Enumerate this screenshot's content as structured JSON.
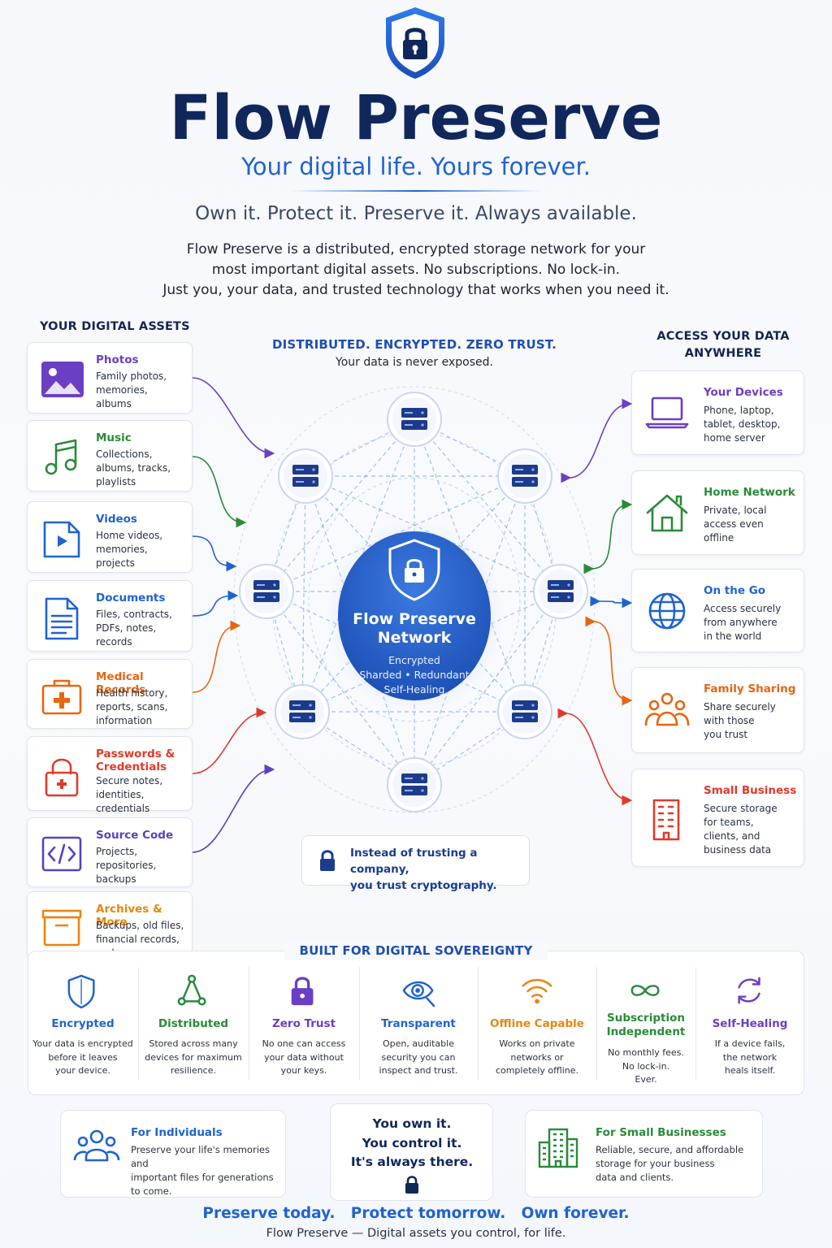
{
  "brand": {
    "title": "Flow Preserve",
    "tagline": "Your digital life. Yours forever.",
    "subtitle": "Own it. Protect it. Preserve it. Always available.",
    "intro": [
      "Flow Preserve is a distributed, encrypted storage network for your",
      "most important digital assets. No subscriptions. No lock-in.",
      "Just you, your data, and trusted technology that works when you need it."
    ]
  },
  "assets": {
    "heading": "YOUR DIGITAL ASSETS",
    "items": [
      {
        "title": "Photos",
        "desc": [
          "Family photos,",
          "memories,",
          "albums"
        ],
        "color": "#6b3fc4",
        "icon": "image-icon"
      },
      {
        "title": "Music",
        "desc": [
          "Collections,",
          "albums, tracks,",
          "playlists"
        ],
        "color": "#2a8a3a",
        "icon": "music-note-icon"
      },
      {
        "title": "Videos",
        "desc": [
          "Home videos,",
          "memories,",
          "projects"
        ],
        "color": "#1f63d0",
        "icon": "video-icon"
      },
      {
        "title": "Documents",
        "desc": [
          "Files, contracts,",
          "PDFs, notes,",
          "records"
        ],
        "color": "#1f63d0",
        "icon": "document-icon"
      },
      {
        "title": "Medical Records",
        "desc": [
          "Health history,",
          "reports, scans,",
          "information"
        ],
        "color": "#e8650f",
        "icon": "medical-kit-icon"
      },
      {
        "title": "Passwords & Credentials",
        "desc": [
          "Secure notes,",
          "identities,",
          "credentials"
        ],
        "color": "#e03a2a",
        "icon": "padlock-icon"
      },
      {
        "title": "Source Code",
        "desc": [
          "Projects,",
          "repositories,",
          "backups"
        ],
        "color": "#5a3fc4",
        "icon": "code-icon"
      },
      {
        "title": "Archives & More",
        "desc": [
          "Backups, old files,",
          "financial records,",
          "and more"
        ],
        "color": "#e8850f",
        "icon": "archive-box-icon"
      }
    ]
  },
  "network": {
    "heading": "DISTRIBUTED. ENCRYPTED. ZERO TRUST.",
    "subheading": "Your data is never exposed.",
    "center_title": [
      "Flow Preserve",
      "Network"
    ],
    "center_sub": [
      "Encrypted",
      "Sharded • Redundant",
      "Self-Healing"
    ],
    "trust": [
      "Instead of trusting a company,",
      "you trust cryptography."
    ]
  },
  "access": {
    "heading": [
      "ACCESS YOUR DATA",
      "ANYWHERE"
    ],
    "items": [
      {
        "title": "Your Devices",
        "desc": [
          "Phone, laptop,",
          "tablet, desktop,",
          "home server"
        ],
        "color": "#6b3fc4",
        "icon": "laptop-icon"
      },
      {
        "title": "Home Network",
        "desc": [
          "Private, local",
          "access even",
          "offline"
        ],
        "color": "#2a8a3a",
        "icon": "house-icon"
      },
      {
        "title": "On the Go",
        "desc": [
          "Access securely",
          "from anywhere",
          "in the world"
        ],
        "color": "#1f63d0",
        "icon": "globe-icon"
      },
      {
        "title": "Family Sharing",
        "desc": [
          "Share securely",
          "with those",
          "you trust"
        ],
        "color": "#e8650f",
        "icon": "family-icon"
      },
      {
        "title": "Small Business",
        "desc": [
          "Secure storage",
          "for teams,",
          "clients, and",
          "business data"
        ],
        "color": "#e03a2a",
        "icon": "building-icon"
      }
    ]
  },
  "features": {
    "heading": "BUILT FOR DIGITAL SOVEREIGNTY",
    "items": [
      {
        "title": [
          "Encrypted"
        ],
        "desc": [
          "Your data is encrypted",
          "before it leaves",
          "your device."
        ],
        "color": "#1f63d0",
        "icon": "shield-icon"
      },
      {
        "title": [
          "Distributed"
        ],
        "desc": [
          "Stored across many",
          "devices for maximum",
          "resilience."
        ],
        "color": "#2a8a3a",
        "icon": "network-nodes-icon"
      },
      {
        "title": [
          "Zero Trust"
        ],
        "desc": [
          "No one can access",
          "your data without",
          "your keys."
        ],
        "color": "#6b3fc4",
        "icon": "lock-icon"
      },
      {
        "title": [
          "Transparent"
        ],
        "desc": [
          "Open, auditable",
          "security you can",
          "inspect and trust."
        ],
        "color": "#1f63d0",
        "icon": "eye-icon"
      },
      {
        "title": [
          "Offline Capable"
        ],
        "desc": [
          "Works on private",
          "networks or",
          "completely offline."
        ],
        "color": "#e8850f",
        "icon": "wifi-icon"
      },
      {
        "title": [
          "Subscription",
          "Independent"
        ],
        "desc": [
          "No monthly fees.",
          "No lock-in.",
          "Ever."
        ],
        "color": "#2a8a3a",
        "icon": "infinity-icon"
      },
      {
        "title": [
          "Self-Healing"
        ],
        "desc": [
          "If a device fails,",
          "the network",
          "heals itself."
        ],
        "color": "#6b3fc4",
        "icon": "sync-icon"
      }
    ]
  },
  "bottom": {
    "individuals": {
      "title": "For Individuals",
      "desc": [
        "Preserve your life's memories and",
        "important files for generations",
        "to come."
      ]
    },
    "own": [
      "You own it.",
      "You control it.",
      "It's always there."
    ],
    "business": {
      "title": "For Small Businesses",
      "desc": [
        "Reliable, secure, and affordable",
        "storage for your business",
        "data and clients."
      ]
    }
  },
  "footer": {
    "slogan": "Preserve today.   Protect tomorrow.   Own forever.",
    "line": "Flow Preserve — Digital assets you control, for life."
  },
  "colors": {
    "navy": "#10275c",
    "blue": "#1f63d0",
    "node": "#1e3a8a"
  }
}
